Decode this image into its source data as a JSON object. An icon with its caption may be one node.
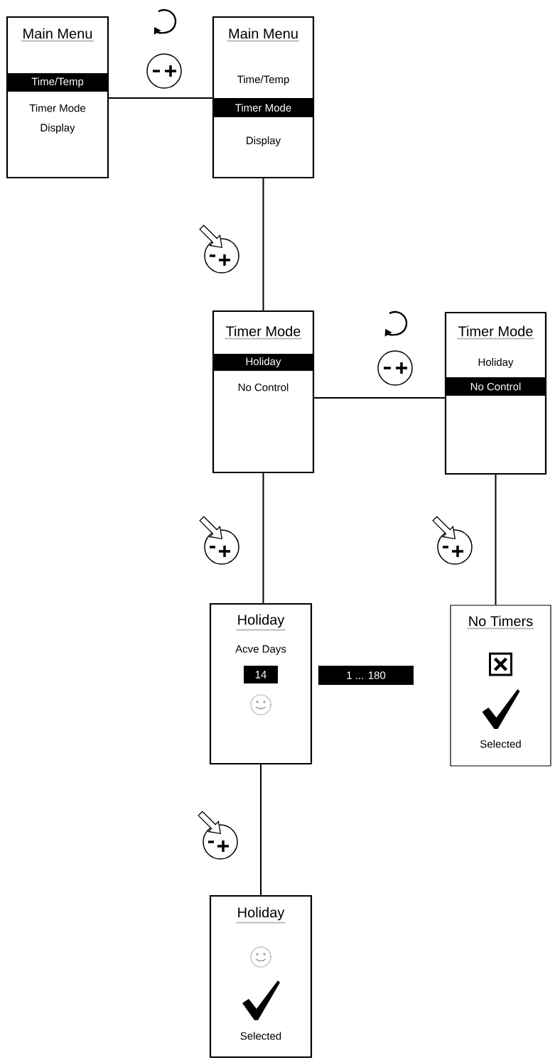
{
  "diagram": {
    "nodes": [
      {
        "text": [
          "Main Menu",
          "Timer Mode",
          "Display"
        ]
      },
      {
        "text": [
          "Time/Temp"
        ],
        "in": 0
      },
      {
        "text": [
          "Main Menu",
          "Time/Temp",
          "Display"
        ]
      },
      {
        "text": [
          "Timer Mode"
        ],
        "in": 2
      },
      {
        "text": [
          "Timer Mode",
          "No Control"
        ]
      },
      {
        "text": [
          "Holiday"
        ],
        "in": 4
      },
      {
        "text": [
          "Timer Mode",
          "Holiday"
        ]
      },
      {
        "text": [
          "No Control"
        ],
        "in": 6
      },
      {
        "text": [
          "Holiday",
          "Acve Days"
        ]
      },
      {
        "text": [
          "14"
        ],
        "in": 8
      },
      {
        "text": [
          "1 ... 180"
        ]
      },
      {
        "text": [
          "No Timers",
          "Selected"
        ]
      },
      {
        "text": [
          "Holiday",
          "Selected"
        ]
      }
    ],
    "edges": [
      {
        "from": 0,
        "to": 2,
        "arrow": "none"
      },
      {
        "from": 2,
        "to": 4,
        "arrow": "none"
      },
      {
        "from": 4,
        "to": 6,
        "arrow": "none"
      },
      {
        "from": 4,
        "to": 8,
        "arrow": "none"
      },
      {
        "from": 6,
        "to": 11,
        "arrow": "none"
      },
      {
        "from": 8,
        "to": 12,
        "arrow": "none"
      }
    ]
  }
}
